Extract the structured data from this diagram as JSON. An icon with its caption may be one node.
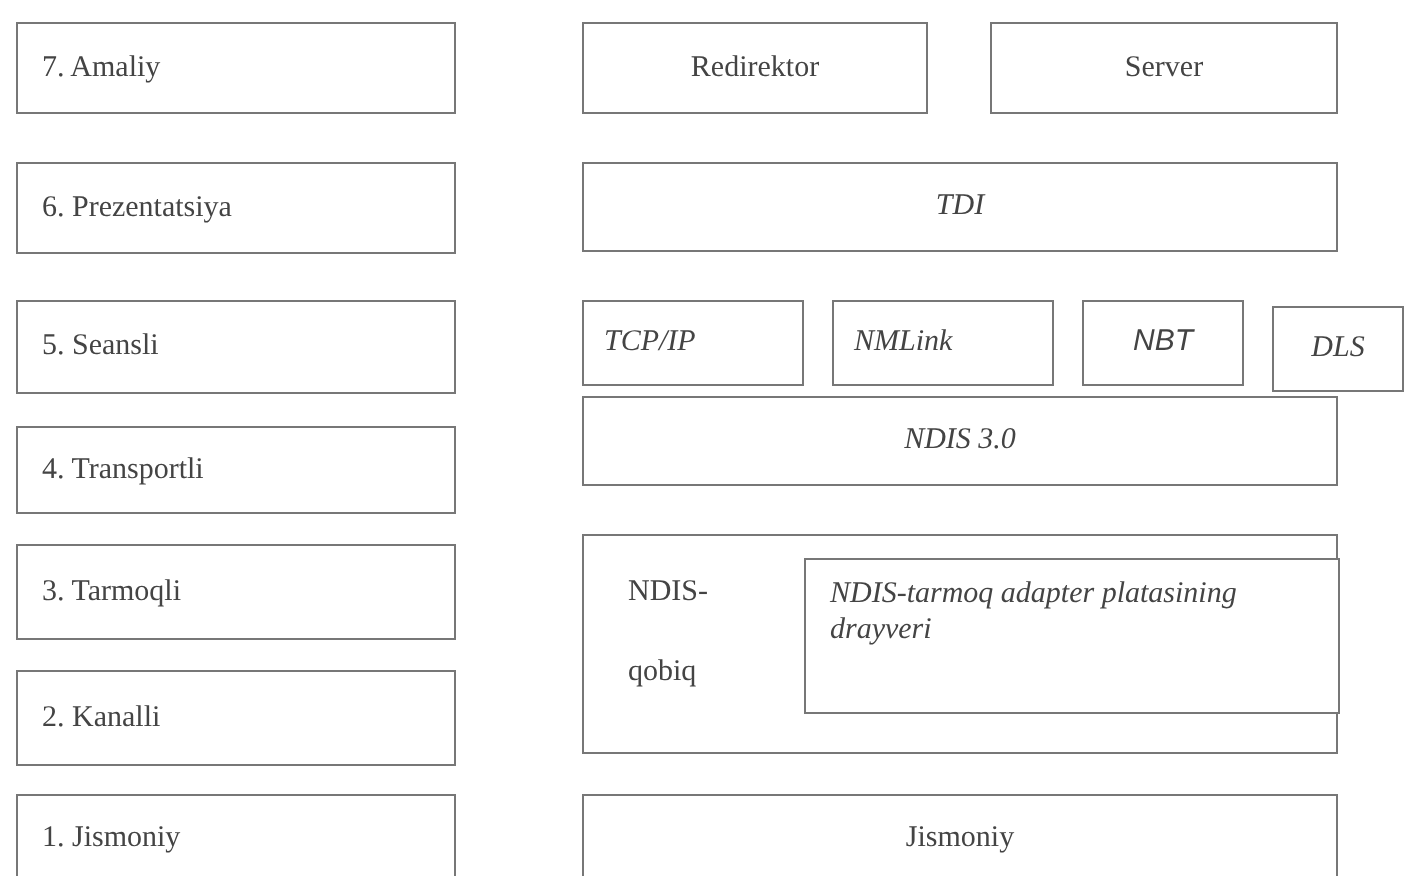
{
  "diagram": {
    "nodes": [
      {
        "text": [
          "7. Amaliy"
        ]
      },
      {
        "text": [
          "Redirektor"
        ]
      },
      {
        "text": [
          "Server"
        ]
      },
      {
        "text": [
          "6. Prezentatsiya"
        ]
      },
      {
        "text": [
          "TDI"
        ]
      },
      {
        "text": [
          "5. Seansli"
        ]
      },
      {
        "text": [
          "TCP/IP"
        ]
      },
      {
        "text": [
          "NMLink"
        ]
      },
      {
        "text": [
          "NBT"
        ]
      },
      {
        "text": [
          "DLS"
        ]
      },
      {
        "text": [
          "4. Transportli"
        ]
      },
      {
        "text": [
          "NDIS 3.0"
        ]
      },
      {
        "text": [
          "3. Tarmoqli"
        ]
      },
      {
        "text": [
          "NDIS-qobiq"
        ]
      },
      {
        "text": [
          "NDIS-tarmoq adapter platasining drayveri"
        ],
        "in": 13
      },
      {
        "text": [
          "2. Kanalli"
        ]
      },
      {
        "text": [
          "1. Jismoniy"
        ]
      },
      {
        "text": [
          "Jismoniy"
        ]
      }
    ],
    "edges": []
  }
}
